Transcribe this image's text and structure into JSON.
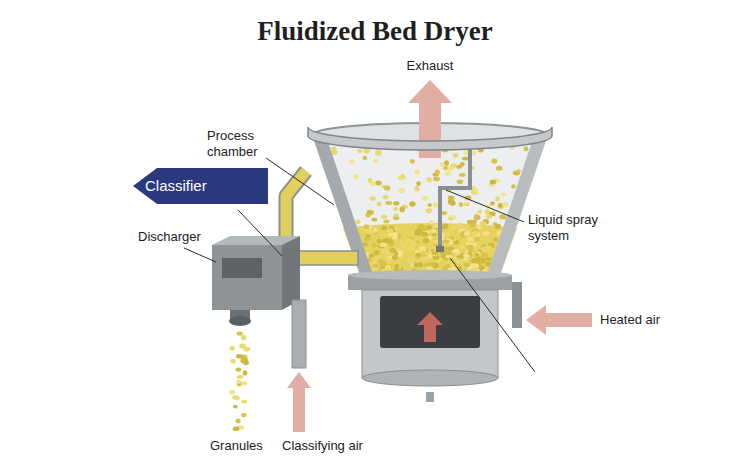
{
  "diagram": {
    "title": "Fluidized Bed Dryer",
    "nodes": [
      {
        "text": [
          "Classifier"
        ]
      }
    ],
    "labels": [
      "Exhaust",
      "Process chamber",
      "Liquid spray system",
      "Discharger",
      "Heated air",
      "Granules",
      "Classifying air"
    ]
  }
}
